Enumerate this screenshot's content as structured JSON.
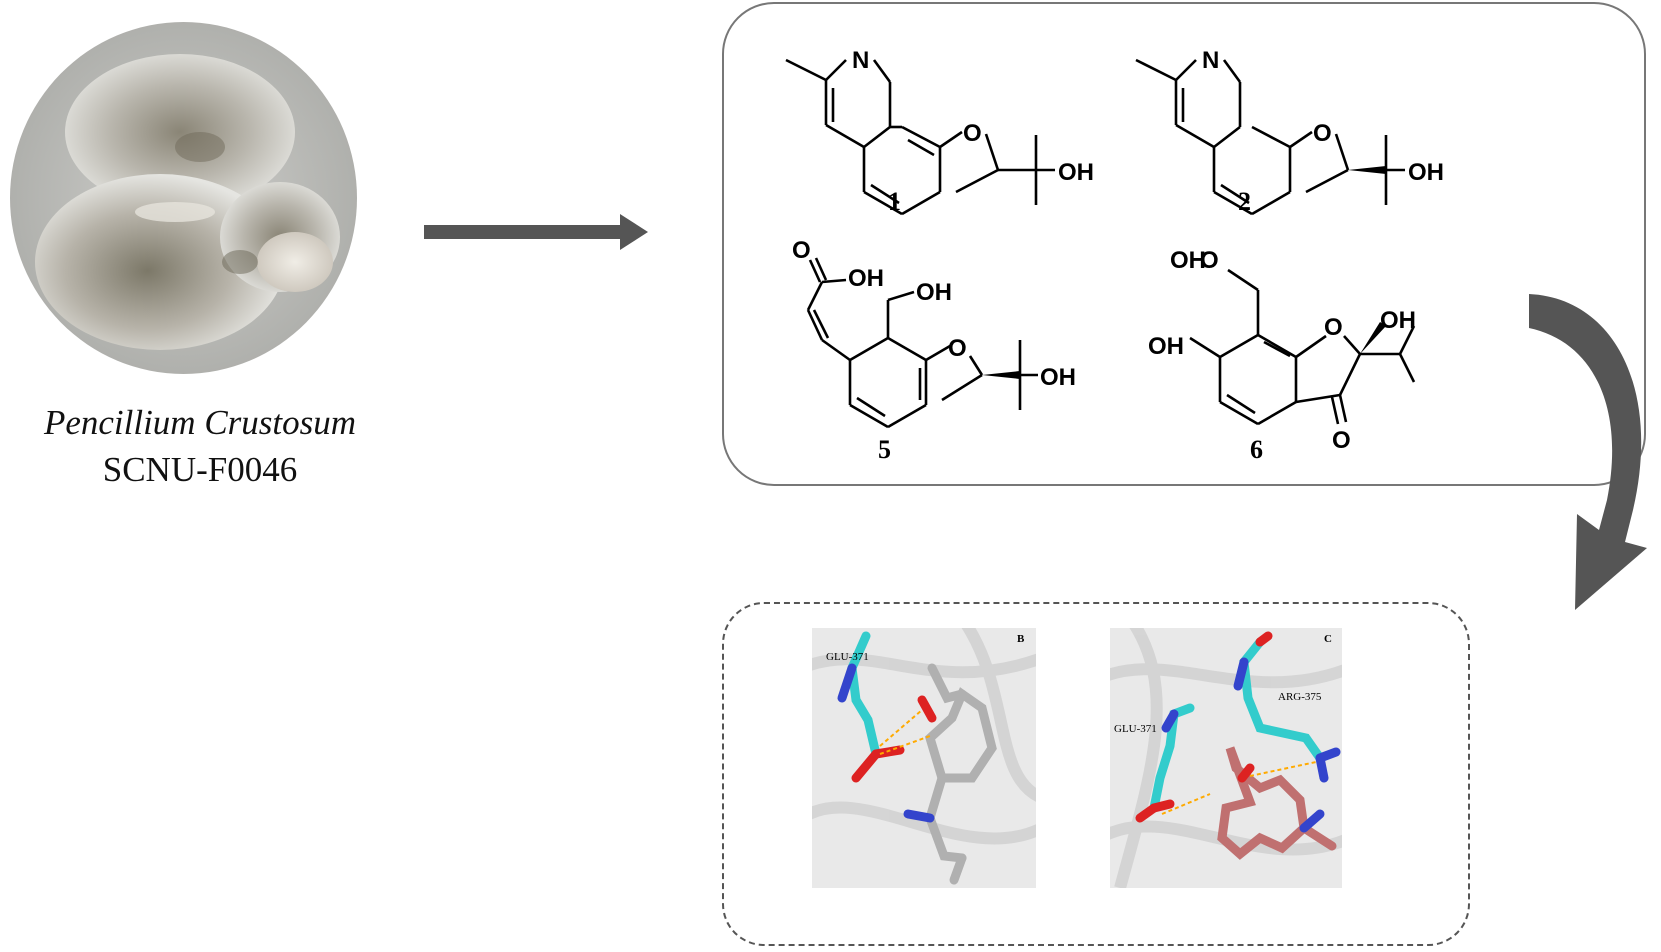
{
  "source": {
    "organism_name": "Pencillium Crustosum",
    "strain_code": "SCNU-F0046"
  },
  "compounds": {
    "atom_labels": {
      "nitrogen": "N",
      "oxygen": "O",
      "hydroxyl": "OH"
    },
    "items": [
      {
        "number": "1"
      },
      {
        "number": "2"
      },
      {
        "number": "5"
      },
      {
        "number": "6"
      }
    ]
  },
  "docking": {
    "panels": [
      {
        "letter": "B",
        "residues": [
          "GLU-371"
        ]
      },
      {
        "letter": "C",
        "residues": [
          "GLU-371",
          "ARG-375"
        ]
      }
    ]
  },
  "colors": {
    "arrow": "#555555",
    "panel_border": "#777777",
    "carbon_protein": "#33cccc",
    "ligand_b": "#b0b0b0",
    "ligand_c": "#c07070",
    "oxygen": "#dd2222",
    "nitrogen": "#3344cc",
    "hbond": "#ffaa00"
  },
  "icons": [
    "fungus-culture-photo",
    "straight-arrow-icon",
    "curved-arrow-icon"
  ]
}
